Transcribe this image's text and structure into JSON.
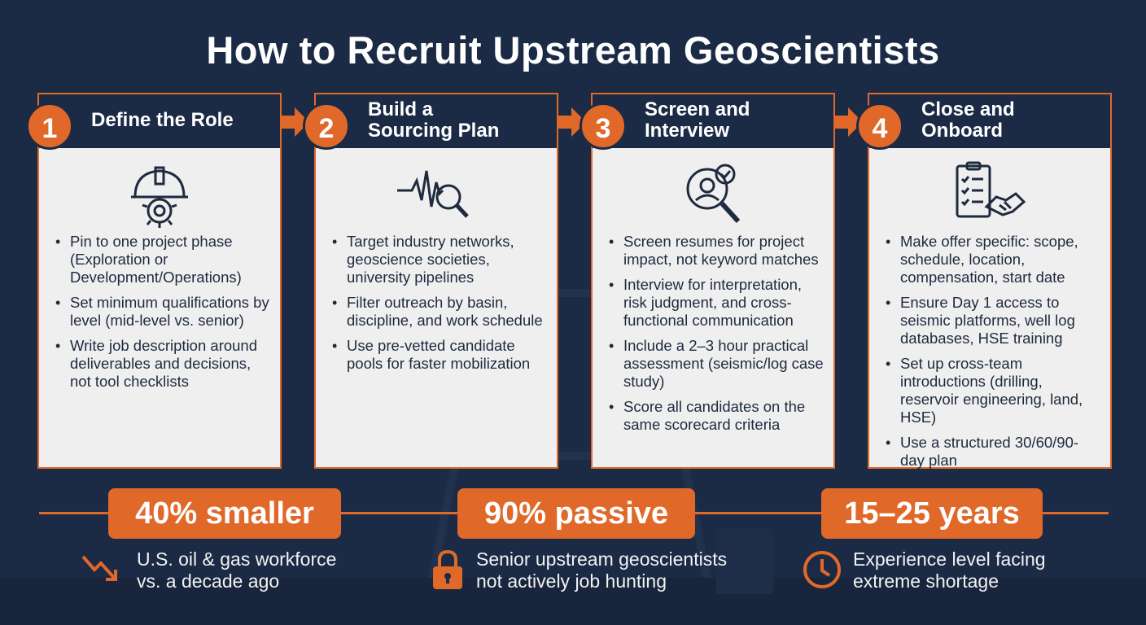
{
  "title": "How to Recruit Upstream Geoscientists",
  "colors": {
    "background": "#1c2b45",
    "accent": "#e0692a",
    "card": "#efefef",
    "text_dark": "#1e2a3e"
  },
  "steps": [
    {
      "number": "1",
      "title_line1": "Define the Role",
      "title_line2": "",
      "icon": "hardhat-gear-icon",
      "bullets": [
        "Pin to one project phase (Exploration or Development/Operations)",
        "Set minimum qualifications by level (mid-level vs. senior)",
        "Write job description around deliverables and decisions, not tool checklists"
      ]
    },
    {
      "number": "2",
      "title_line1": "Build a",
      "title_line2": "Sourcing Plan",
      "icon": "seismic-magnifier-icon",
      "bullets": [
        "Target industry networks, geoscience societies, university pipelines",
        "Filter outreach by basin, discipline, and work schedule",
        "Use pre-vetted candidate pools for faster mobilization"
      ]
    },
    {
      "number": "3",
      "title_line1": "Screen and",
      "title_line2": "Interview",
      "icon": "person-search-check-icon",
      "bullets": [
        "Screen resumes for project impact, not keyword matches",
        "Interview for interpretation, risk judgment, and cross-functional communication",
        "Include a 2–3 hour practical assessment (seismic/log case study)",
        "Score all candidates on the same scorecard criteria"
      ]
    },
    {
      "number": "4",
      "title_line1": "Close and",
      "title_line2": "Onboard",
      "icon": "clipboard-handshake-icon",
      "bullets": [
        "Make offer specific: scope, schedule, location, compensation, start date",
        "Ensure Day 1 access to seismic platforms, well log databases, HSE training",
        "Set up cross-team introductions (drilling, reservoir engineering, land, HSE)",
        "Use a structured 30/60/90-day plan"
      ]
    }
  ],
  "stats": [
    {
      "value": "40% smaller",
      "icon": "trend-down-icon",
      "line1": "U.S. oil & gas workforce",
      "line2": "vs. a decade ago"
    },
    {
      "value": "90% passive",
      "icon": "lock-icon",
      "line1": "Senior upstream geoscientists",
      "line2": "not actively job hunting"
    },
    {
      "value": "15–25 years",
      "icon": "clock-icon",
      "line1": "Experience level facing",
      "line2": "extreme shortage"
    }
  ]
}
